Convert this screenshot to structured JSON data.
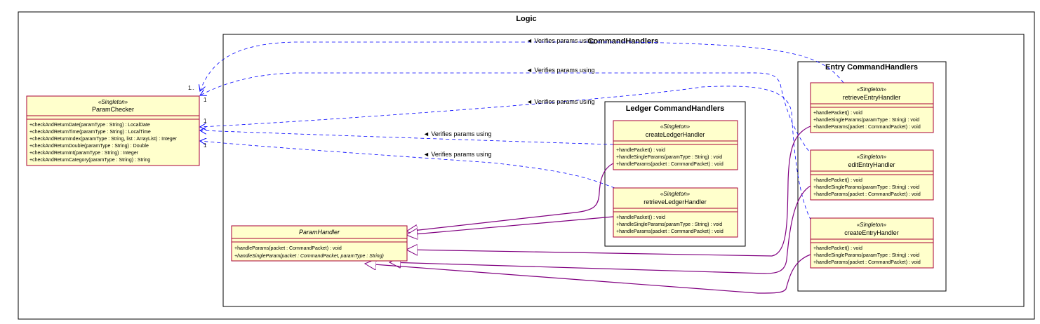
{
  "packages": {
    "logic": "Logic",
    "command_handlers": "CommandHandlers",
    "ledger": "Ledger CommandHandlers",
    "entry": "Entry CommandHandlers"
  },
  "classes": {
    "param_checker": {
      "stereotype": "«Singleton»",
      "name": "ParamChecker",
      "methods": [
        "+checkAndReturnDate(paramType : String) : LocalDate",
        "+checkAndReturnTime(paramType : String) : LocalTime",
        "+checkAndReturnIndex(paramType : String, list : ArrayList) : Integer",
        "+checkAndReturnDouble(paramType : String) : Double",
        "+checkAndReturnInt(paramType : String) : Integer",
        "+checkAndReturnCategory(paramType : String) : String"
      ]
    },
    "param_handler": {
      "name": "ParamHandler",
      "methods": [
        "+handleParams(packet : CommandPacket) : void",
        "+handleSingleParam(packet : CommandPacket, paramType : String)"
      ]
    },
    "create_ledger": {
      "stereotype": "«Singleton»",
      "name": "createLedgerHandler",
      "methods": [
        "+handlePacket() : void",
        "+handleSingleParams(paramType : String) : void",
        "+handleParams(packet : CommandPacket) : void"
      ]
    },
    "retrieve_ledger": {
      "stereotype": "«Singleton»",
      "name": "retrieveLedgerHandler",
      "methods": [
        "+handlePacket() : void",
        "+handleSingleParams(paramType : String) : void",
        "+handleParams(packet : CommandPacket) : void"
      ]
    },
    "retrieve_entry": {
      "stereotype": "«Singleton»",
      "name": "retrieveEntryHandler",
      "methods": [
        "+handlePacket() : void",
        "+handleSingleParams(paramType : String) : void",
        "+handleParams(packet : CommandPacket) : void"
      ]
    },
    "edit_entry": {
      "stereotype": "«Singleton»",
      "name": "editEntryHandler",
      "methods": [
        "+handlePacket() : void",
        "+handleSingleParams(paramType : String) : void",
        "+handleParams(packet : CommandPacket) : void"
      ]
    },
    "create_entry": {
      "stereotype": "«Singleton»",
      "name": "createEntryHandler",
      "methods": [
        "+handlePacket() : void",
        "+handleSingleParams(paramType : String) : void",
        "+handleParams(packet : CommandPacket) : void"
      ]
    }
  },
  "edges": {
    "verify_label": "◄ Verifies params using",
    "mult_one": "1",
    "mult_one_dash": "1..",
    "colors": {
      "dependency": "#0000ff",
      "generalization": "#800080",
      "class_fill": "#ffffcc",
      "class_border": "#a80036"
    }
  }
}
